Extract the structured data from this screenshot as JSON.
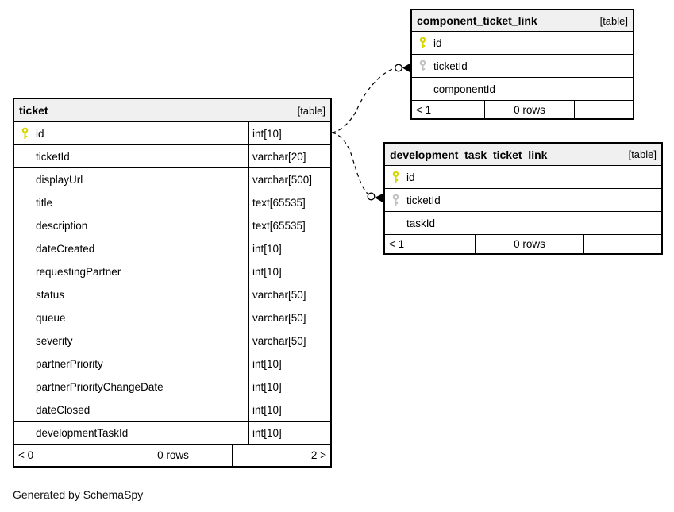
{
  "diagram": {
    "generator_note": "Generated by SchemaSpy"
  },
  "colors": {
    "primary_key": "#d6d600",
    "foreign_key": "#c2c2c2",
    "header_bg": "#f0f0f0",
    "line": "#000000"
  },
  "tables": {
    "ticket": {
      "title": "ticket",
      "badge": "[table]",
      "columns": [
        {
          "name": "id",
          "type": "int[10]",
          "key": "primary"
        },
        {
          "name": "ticketId",
          "type": "varchar[20]",
          "key": ""
        },
        {
          "name": "displayUrl",
          "type": "varchar[500]",
          "key": ""
        },
        {
          "name": "title",
          "type": "text[65535]",
          "key": ""
        },
        {
          "name": "description",
          "type": "text[65535]",
          "key": ""
        },
        {
          "name": "dateCreated",
          "type": "int[10]",
          "key": ""
        },
        {
          "name": "requestingPartner",
          "type": "int[10]",
          "key": ""
        },
        {
          "name": "status",
          "type": "varchar[50]",
          "key": ""
        },
        {
          "name": "queue",
          "type": "varchar[50]",
          "key": ""
        },
        {
          "name": "severity",
          "type": "varchar[50]",
          "key": ""
        },
        {
          "name": "partnerPriority",
          "type": "int[10]",
          "key": ""
        },
        {
          "name": "partnerPriorityChangeDate",
          "type": "int[10]",
          "key": ""
        },
        {
          "name": "dateClosed",
          "type": "int[10]",
          "key": ""
        },
        {
          "name": "developmentTaskId",
          "type": "int[10]",
          "key": ""
        }
      ],
      "footer": {
        "parents": "< 0",
        "rows": "0 rows",
        "children": "2 >"
      }
    },
    "component_ticket_link": {
      "title": "component_ticket_link",
      "badge": "[table]",
      "columns": [
        {
          "name": "id",
          "key": "primary"
        },
        {
          "name": "ticketId",
          "key": "foreign"
        },
        {
          "name": "componentId",
          "key": ""
        }
      ],
      "footer": {
        "parents": "< 1",
        "rows": "0 rows",
        "children": ""
      }
    },
    "development_task_ticket_link": {
      "title": "development_task_ticket_link",
      "badge": "[table]",
      "columns": [
        {
          "name": "id",
          "key": "primary"
        },
        {
          "name": "ticketId",
          "key": "foreign"
        },
        {
          "name": "taskId",
          "key": ""
        }
      ],
      "footer": {
        "parents": "< 1",
        "rows": "0 rows",
        "children": ""
      }
    }
  },
  "relationships": [
    {
      "from": "ticket.id",
      "to": "component_ticket_link.ticketId",
      "style": "dashed-implied"
    },
    {
      "from": "ticket.id",
      "to": "development_task_ticket_link.ticketId",
      "style": "dashed-implied"
    }
  ]
}
